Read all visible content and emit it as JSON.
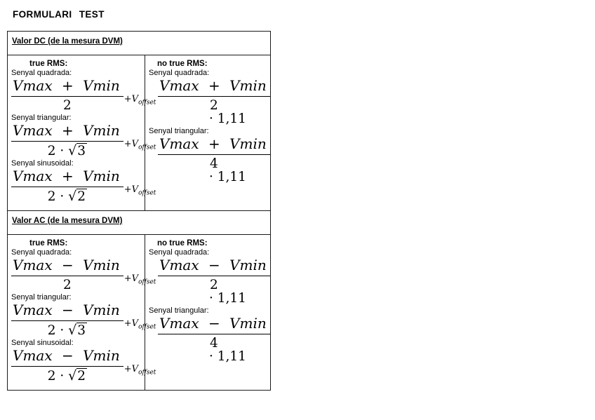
{
  "title": "FORMULARI TEST",
  "glyphs": {
    "radical": "√"
  },
  "sections": [
    {
      "title": "Valor DC (de la mesura DVM)",
      "columns": [
        {
          "heading": "true RMS:",
          "formulas": [
            {
              "label": "Senyal quadrada:",
              "num": "Vmax + Vmin",
              "den_pre": "2",
              "den_rad": "",
              "suffix": "+V",
              "suffix_sub": "offset"
            },
            {
              "label": "Senyal triangular:",
              "num": "Vmax + Vmin",
              "den_pre": "2 · ",
              "den_rad": "3",
              "suffix": "+V",
              "suffix_sub": "offset"
            },
            {
              "label": "Senyal sinusoidal:",
              "num": "Vmax + Vmin",
              "den_pre": "2 · ",
              "den_rad": "2",
              "suffix": "+V",
              "suffix_sub": "offset"
            }
          ]
        },
        {
          "heading": "no true RMS:",
          "formulas": [
            {
              "label": "Senyal quadrada:",
              "num": "Vmax + Vmin",
              "den_pre": "2",
              "den_rad": "",
              "mult": "· 1,11"
            },
            {
              "label": "Senyal triangular:",
              "num": "Vmax + Vmin",
              "den_pre": "4",
              "den_rad": "",
              "mult": "· 1,11"
            }
          ]
        }
      ]
    },
    {
      "title": "Valor AC (de la mesura DVM)",
      "columns": [
        {
          "heading": "true RMS:",
          "formulas": [
            {
              "label": "Senyal quadrada:",
              "num": "Vmax − Vmin",
              "den_pre": "2",
              "den_rad": "",
              "suffix": "+V",
              "suffix_sub": "offset"
            },
            {
              "label": "Senyal triangular:",
              "num": "Vmax − Vmin",
              "den_pre": "2 · ",
              "den_rad": "3",
              "suffix": "+V",
              "suffix_sub": "offset"
            },
            {
              "label": "Senyal sinusoidal:",
              "num": "Vmax − Vmin",
              "den_pre": "2 · ",
              "den_rad": "2",
              "suffix": "+V",
              "suffix_sub": "offset"
            }
          ]
        },
        {
          "heading": "no true RMS:",
          "formulas": [
            {
              "label": "Senyal quadrada:",
              "num": "Vmax − Vmin",
              "den_pre": "2",
              "den_rad": "",
              "mult": "· 1,11"
            },
            {
              "label": "Senyal triangular:",
              "num": "Vmax − Vmin",
              "den_pre": "4",
              "den_rad": "",
              "mult": "· 1,11"
            }
          ]
        }
      ]
    }
  ]
}
